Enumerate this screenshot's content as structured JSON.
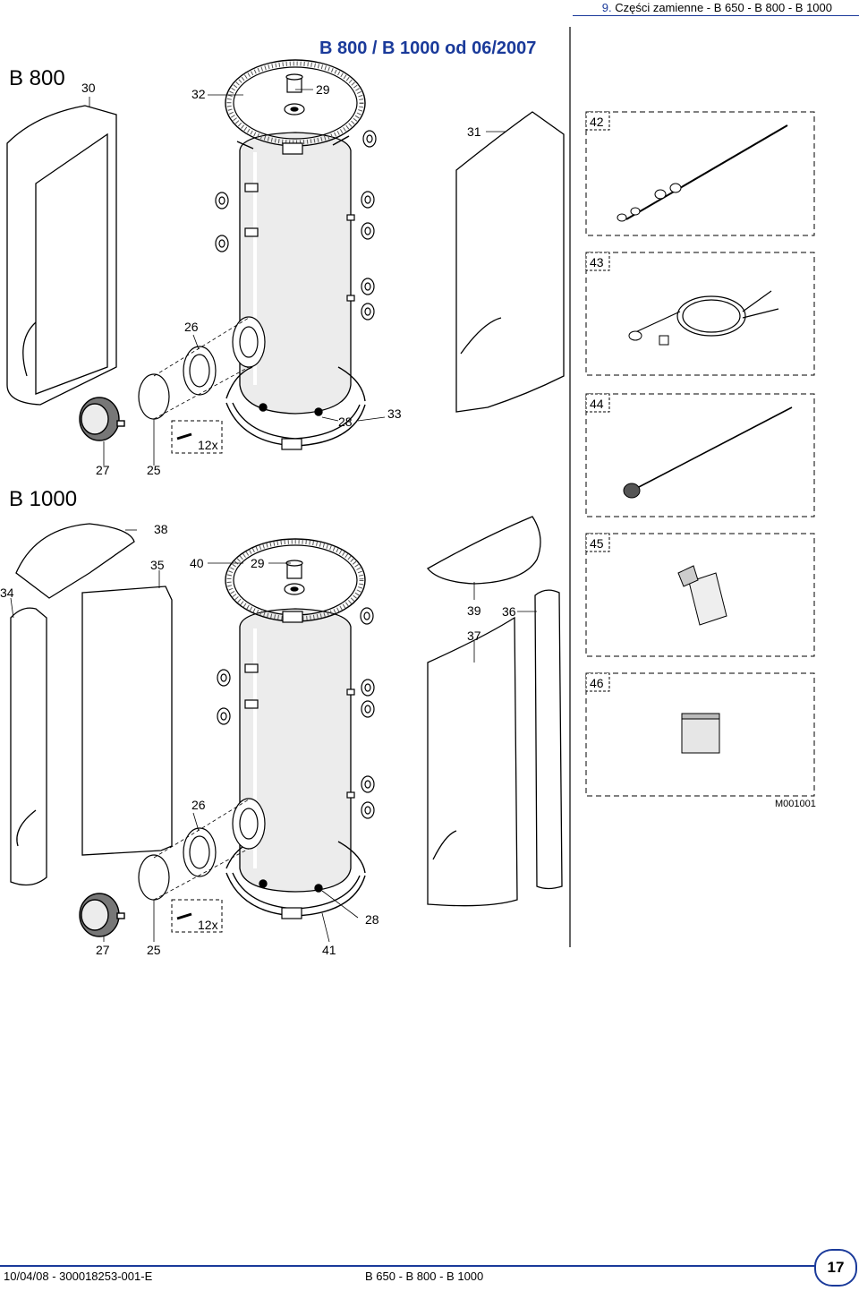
{
  "header": {
    "section_number": "9.",
    "section_title": "Części zamienne - B 650 - B 800 - B 1000"
  },
  "diagram": {
    "title": "B 800 / B 1000 od 06/2007",
    "model_b800": "B 800",
    "model_b1000": "B 1000",
    "drawing_code": "M001001",
    "bolt_qty": "12x",
    "callouts_top": [
      "30",
      "32",
      "29",
      "31",
      "26",
      "28",
      "33",
      "27",
      "25"
    ],
    "callouts_bottom": [
      "38",
      "35",
      "40",
      "29",
      "34",
      "39",
      "36",
      "37",
      "26",
      "28",
      "27",
      "25",
      "41"
    ],
    "kit_labels": [
      "42",
      "43",
      "44",
      "45",
      "46"
    ]
  },
  "footer": {
    "doc_ref": "10/04/08 - 300018253-001-E",
    "model_range": "B 650 - B 800 - B 1000",
    "page_number": "17"
  },
  "colors": {
    "accent": "#1a3a9a",
    "tank_fill": "#ececec",
    "line": "#000000"
  }
}
